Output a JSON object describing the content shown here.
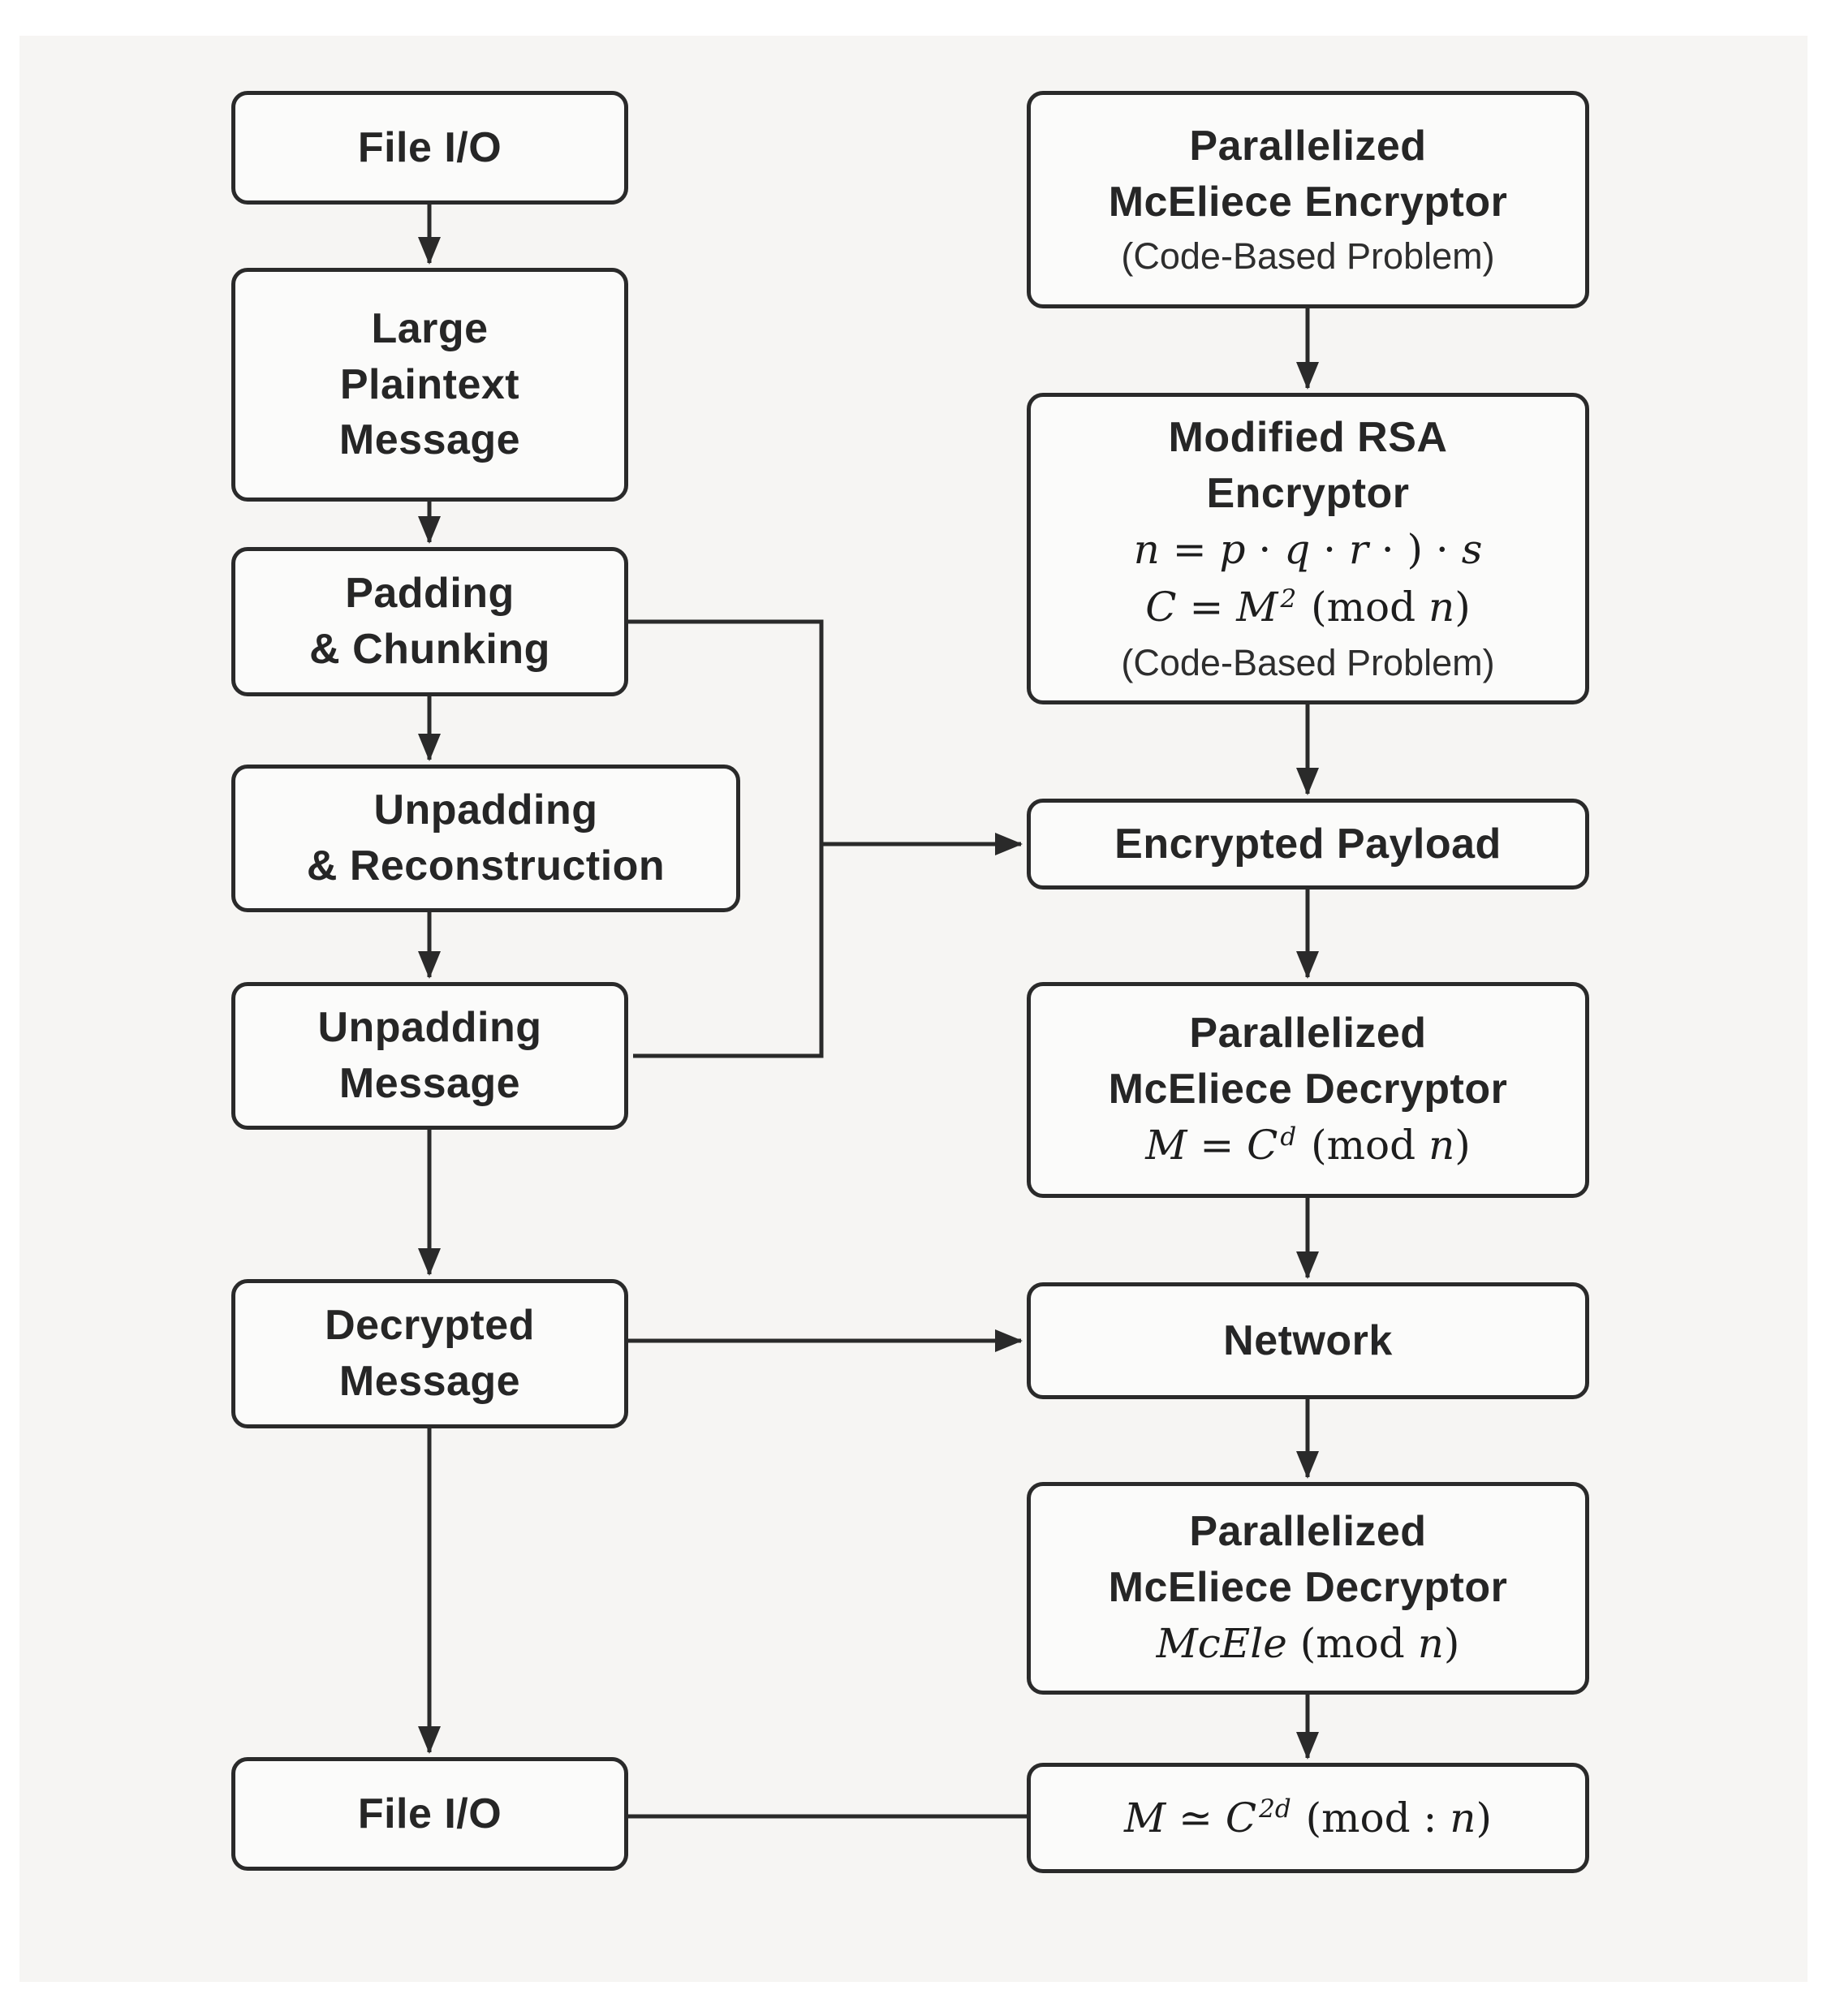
{
  "diagram": {
    "description": "Flowchart of a parallelized McEliece / modified RSA encryption pipeline",
    "colors": {
      "page_background": "#ffffff",
      "canvas_background": "#f6f5f3",
      "node_background": "#fbfbfa",
      "node_border": "#2a2a2a",
      "line_color": "#2a2a2a",
      "text_color": "#262626"
    }
  },
  "left_column": {
    "boxes": [
      {
        "id": "file-io-top",
        "lines": [
          "File I/O"
        ]
      },
      {
        "id": "large-plaintext-message",
        "lines": [
          "Large",
          "Plaintext",
          "Message"
        ]
      },
      {
        "id": "padding-chunking",
        "lines": [
          "Padding",
          "& Chunking"
        ]
      },
      {
        "id": "unpadding-reconstruction",
        "lines": [
          "Unpadding",
          "& Reconstruction"
        ]
      },
      {
        "id": "unpadding-message",
        "lines": [
          "Unpadding",
          "Message"
        ]
      },
      {
        "id": "decrypted-message",
        "lines": [
          "Decrypted",
          "Message"
        ]
      },
      {
        "id": "file-io-bottom",
        "lines": [
          "File I/O"
        ]
      }
    ]
  },
  "right_column": {
    "boxes": [
      {
        "id": "parallelized-mceliece-encryptor",
        "title_lines": [
          "Parallelized",
          "McEliece Encryptor"
        ],
        "subtitle": "(Code-Based Problem)"
      },
      {
        "id": "modified-rsa-encryptor",
        "title_lines": [
          "Modified RSA",
          "Encryptor"
        ],
        "formulas": [
          [
            [
              "i",
              "n"
            ],
            [
              "r",
              " = "
            ],
            [
              "i",
              "p"
            ],
            [
              "r",
              " · "
            ],
            [
              "i",
              "q"
            ],
            [
              "r",
              " · "
            ],
            [
              "i",
              "r"
            ],
            [
              "r",
              " · "
            ],
            [
              "r",
              ")"
            ],
            [
              "r",
              " · "
            ],
            [
              "i",
              "s"
            ]
          ],
          [
            [
              "i",
              "C"
            ],
            [
              "r",
              " = "
            ],
            [
              "i",
              "M"
            ],
            [
              "s",
              "2"
            ],
            [
              "r",
              " (mod "
            ],
            [
              "i",
              "n"
            ],
            [
              "r",
              ")"
            ]
          ]
        ],
        "subtitle": "(Code-Based Problem)"
      },
      {
        "id": "encrypted-payload",
        "title_lines": [
          "Encrypted Payload"
        ]
      },
      {
        "id": "parallelized-mceliece-decryptor-1",
        "title_lines": [
          "Parallelized",
          "McEliece Decryptor"
        ],
        "formulas": [
          [
            [
              "i",
              "M"
            ],
            [
              "r",
              " = "
            ],
            [
              "i",
              "C"
            ],
            [
              "s",
              "d"
            ],
            [
              "r",
              " (mod "
            ],
            [
              "i",
              "n"
            ],
            [
              "r",
              ")"
            ]
          ]
        ]
      },
      {
        "id": "network",
        "title_lines": [
          "Network"
        ]
      },
      {
        "id": "parallelized-mceliece-decryptor-2",
        "title_lines": [
          "Parallelized",
          "McEliece Decryptor"
        ],
        "formulas": [
          [
            [
              "i",
              "McEle"
            ],
            [
              "r",
              " (mod "
            ],
            [
              "i",
              "n"
            ],
            [
              "r",
              ")"
            ]
          ]
        ]
      },
      {
        "id": "final-formula",
        "formulas": [
          [
            [
              "i",
              "M"
            ],
            [
              "r",
              " ≃ "
            ],
            [
              "i",
              "C"
            ],
            [
              "s",
              "2d"
            ],
            [
              "r",
              " (mod : "
            ],
            [
              "i",
              "n"
            ],
            [
              "r",
              ")"
            ]
          ]
        ]
      }
    ]
  }
}
